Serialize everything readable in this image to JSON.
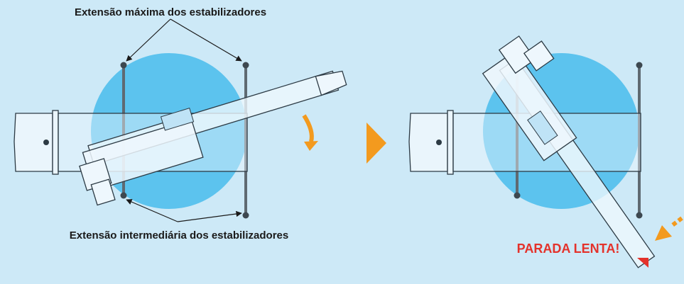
{
  "labels": {
    "max_extension": "Extensão máxima dos estabilizadores",
    "intermediate_extension": "Extensão intermediária dos estabilizadores",
    "slow_stop": "PARADA LENTA!"
  },
  "colors": {
    "background": "#cde9f7",
    "swing_area": "#5cc3ee",
    "arrow": "#f39a1e",
    "warning_text": "#e4322b",
    "machine_fill": "#eef7fd",
    "machine_stroke": "#2c3a44",
    "outrigger": "#5f6a72"
  }
}
